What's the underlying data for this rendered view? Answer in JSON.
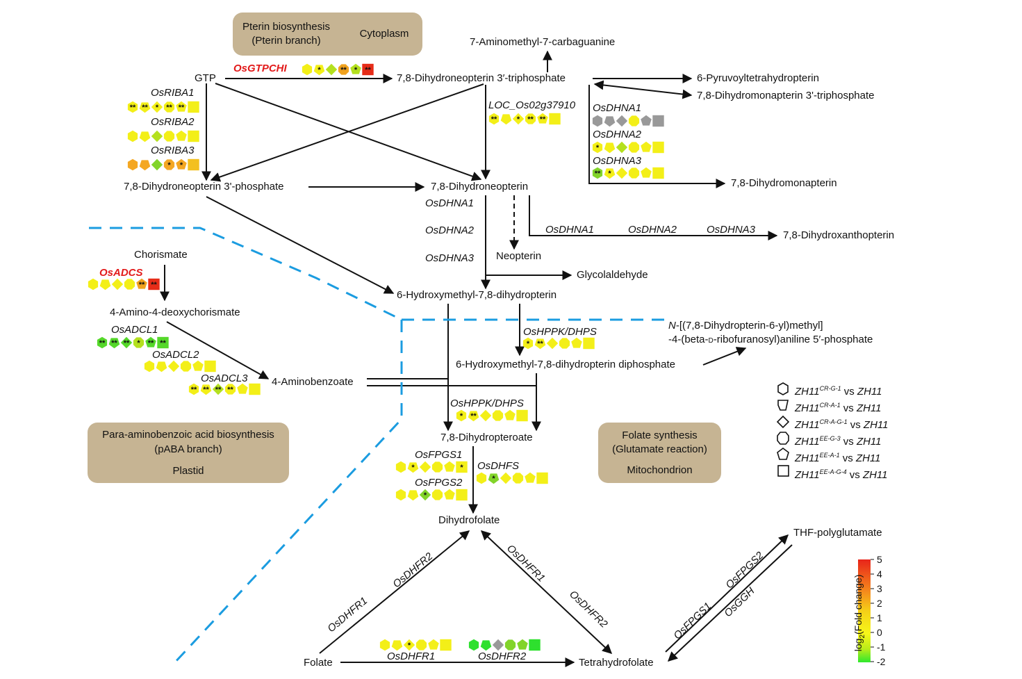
{
  "compartments": {
    "pterin": {
      "line1": "Pterin biosynthesis",
      "line2": "(Pterin branch)",
      "side": "Cytoplasm"
    },
    "paba": {
      "line1": "Para-aminobenzoic acid biosynthesis",
      "line2": "(pABA branch)",
      "line3": "Plastid"
    },
    "folate": {
      "line1": "Folate synthesis",
      "line2": "(Glutamate reaction)",
      "line3": "Mitochondrion"
    }
  },
  "metabolites": {
    "gtp": "GTP",
    "dhnp3tp": "7,8-Dihydroneopterin 3′-triphosphate",
    "aminomethyl": "7-Aminomethyl-7-carbaguanine",
    "pyruvoyl": "6-Pyruvoyltetrahydropterin",
    "dhmp3tp": "7,8-Dihydromonapterin 3'-triphosphate",
    "dhnp3p": "7,8-Dihydroneopterin 3'-phosphate",
    "dhnp": "7,8-Dihydroneopterin",
    "dhmp": "7,8-Dihydromonapterin",
    "dhxp": "7,8-Dihydroxanthopterin",
    "neopterin": "Neopterin",
    "glycolaldehyde": "Glycolaldehyde",
    "hmdhp": "6-Hydroxymethyl-7,8-dihydropterin",
    "chorismate": "Chorismate",
    "adc": "4-Amino-4-deoxychorismate",
    "paba": "4-Aminobenzoate",
    "ribo_1_pre": "N",
    "ribo_1": "-[(7,8-Dihydropterin-6-yl)methyl]",
    "ribo_2": "-4-(beta-",
    "ribo_2_small": "D",
    "ribo_2_post": "-ribofuranosyl)aniline 5′-phosphate",
    "hmdhp_pp": "6-Hydroxymethyl-7,8-dihydropterin diphosphate",
    "dhpteroate": "7,8-Dihydropteroate",
    "dhf": "Dihydrofolate",
    "folate": "Folate",
    "thf": "Tetrahydrofolate",
    "thf_poly": "THF-polyglutamate"
  },
  "genes": {
    "gtpchi": "OsGTPCHI",
    "riba1": "OsRIBA1",
    "riba2": "OsRIBA2",
    "riba3": "OsRIBA3",
    "loc": "LOC_Os02g37910",
    "dhna1": "OsDHNA1",
    "dhna2": "OsDHNA2",
    "dhna3": "OsDHNA3",
    "adcs": "OsADCS",
    "adcl1": "OsADCL1",
    "adcl2": "OsADCL2",
    "adcl3": "OsADCL3",
    "hppk": "OsHPPK/DHPS",
    "fpgs1": "OsFPGS1",
    "fpgs2": "OsFPGS2",
    "dhfs": "OsDHFS",
    "dhfr1": "OsDHFR1",
    "dhfr2": "OsDHFR2",
    "ggh": "OsGGH"
  },
  "legend": [
    {
      "shape": "hexagon",
      "line": "CR-G-1"
    },
    {
      "shape": "pentagon-down",
      "line": "CR-A-1"
    },
    {
      "shape": "diamond",
      "line": "CR-A-G-1"
    },
    {
      "shape": "octagon",
      "line": "EE-G-3"
    },
    {
      "shape": "pentagon",
      "line": "EE-A-1"
    },
    {
      "shape": "square",
      "line": "EE-A-G-4"
    }
  ],
  "legend_text": {
    "base": "ZH11",
    "vs": "vs",
    "ref": "ZH11"
  },
  "scale": {
    "title_pre": "log",
    "title_sub": "2",
    "title_post": "(Fold change)",
    "ticks": [
      "5",
      "4",
      "3",
      "2",
      "1",
      "0",
      "-1",
      "-2"
    ],
    "colors": [
      "#e8241a",
      "#f57a1a",
      "#f7a722",
      "#f5d616",
      "#f7f71a",
      "#b9ec1a",
      "#2ee82e"
    ]
  },
  "marker_rows": {
    "gtpchi": [
      {
        "c": "#f3ef18",
        "s": ""
      },
      {
        "c": "#f3ef18",
        "s": "*"
      },
      {
        "c": "#b4e01e",
        "s": ""
      },
      {
        "c": "#f1a21e",
        "s": "**"
      },
      {
        "c": "#b4e01e",
        "s": "*"
      },
      {
        "c": "#e62c18",
        "s": "**"
      }
    ],
    "riba1": [
      {
        "c": "#f3ef18",
        "s": "**"
      },
      {
        "c": "#f3ef18",
        "s": "**"
      },
      {
        "c": "#f3ef18",
        "s": "*"
      },
      {
        "c": "#f3ef18",
        "s": "**"
      },
      {
        "c": "#f3ef18",
        "s": "**"
      },
      {
        "c": "#f3ef18",
        "s": ""
      }
    ],
    "riba2": [
      {
        "c": "#f3ef18",
        "s": ""
      },
      {
        "c": "#f3ef18",
        "s": ""
      },
      {
        "c": "#b4e01e",
        "s": ""
      },
      {
        "c": "#f3ef18",
        "s": ""
      },
      {
        "c": "#f3ef18",
        "s": ""
      },
      {
        "c": "#f3ef18",
        "s": ""
      }
    ],
    "riba3": [
      {
        "c": "#f4a722",
        "s": ""
      },
      {
        "c": "#f4a722",
        "s": ""
      },
      {
        "c": "#82d42a",
        "s": ""
      },
      {
        "c": "#f4a722",
        "s": "*"
      },
      {
        "c": "#f4a722",
        "s": "*"
      },
      {
        "c": "#f3c020",
        "s": ""
      }
    ],
    "loc": [
      {
        "c": "#f3ef18",
        "s": "**"
      },
      {
        "c": "#f3ef18",
        "s": ""
      },
      {
        "c": "#f3ef18",
        "s": "*"
      },
      {
        "c": "#f3ef18",
        "s": "**"
      },
      {
        "c": "#f3ef18",
        "s": "**"
      },
      {
        "c": "#f3ef18",
        "s": ""
      }
    ],
    "dhna1_a": [
      {
        "c": "#999999",
        "s": ""
      },
      {
        "c": "#999999",
        "s": ""
      },
      {
        "c": "#999999",
        "s": ""
      },
      {
        "c": "#f3ef18",
        "s": ""
      },
      {
        "c": "#999999",
        "s": ""
      },
      {
        "c": "#999999",
        "s": ""
      }
    ],
    "dhna2_a": [
      {
        "c": "#f3ef18",
        "s": "*"
      },
      {
        "c": "#f3ef18",
        "s": ""
      },
      {
        "c": "#b4e01e",
        "s": ""
      },
      {
        "c": "#f3ef18",
        "s": ""
      },
      {
        "c": "#f3ef18",
        "s": ""
      },
      {
        "c": "#f3ef18",
        "s": ""
      }
    ],
    "dhna3_a": [
      {
        "c": "#82d42a",
        "s": "**"
      },
      {
        "c": "#f3ef18",
        "s": "*"
      },
      {
        "c": "#f3ef18",
        "s": ""
      },
      {
        "c": "#f3ef18",
        "s": ""
      },
      {
        "c": "#f3ef18",
        "s": ""
      },
      {
        "c": "#f3ef18",
        "s": ""
      }
    ],
    "adcs": [
      {
        "c": "#f3ef18",
        "s": ""
      },
      {
        "c": "#f3ef18",
        "s": ""
      },
      {
        "c": "#f3ef18",
        "s": ""
      },
      {
        "c": "#f3ef18",
        "s": ""
      },
      {
        "c": "#f1a21e",
        "s": "**"
      },
      {
        "c": "#e62c18",
        "s": "**"
      }
    ],
    "adcl1": [
      {
        "c": "#55d82a",
        "s": "**"
      },
      {
        "c": "#55d82a",
        "s": "**"
      },
      {
        "c": "#55d82a",
        "s": "**"
      },
      {
        "c": "#b4e01e",
        "s": "*"
      },
      {
        "c": "#55d82a",
        "s": "**"
      },
      {
        "c": "#55d82a",
        "s": "**"
      }
    ],
    "adcl2": [
      {
        "c": "#f3ef18",
        "s": ""
      },
      {
        "c": "#f3ef18",
        "s": ""
      },
      {
        "c": "#f3ef18",
        "s": ""
      },
      {
        "c": "#f3ef18",
        "s": ""
      },
      {
        "c": "#f3ef18",
        "s": ""
      },
      {
        "c": "#f3ef18",
        "s": ""
      }
    ],
    "adcl3": [
      {
        "c": "#f3ef18",
        "s": "**"
      },
      {
        "c": "#f3ef18",
        "s": "**"
      },
      {
        "c": "#b4e01e",
        "s": "**"
      },
      {
        "c": "#f3ef18",
        "s": "**"
      },
      {
        "c": "#f3ef18",
        "s": ""
      },
      {
        "c": "#f3ef18",
        "s": ""
      }
    ],
    "hppk_a": [
      {
        "c": "#f3ef18",
        "s": "*"
      },
      {
        "c": "#f3ef18",
        "s": "**"
      },
      {
        "c": "#f3ef18",
        "s": ""
      },
      {
        "c": "#f3ef18",
        "s": ""
      },
      {
        "c": "#f3ef18",
        "s": ""
      },
      {
        "c": "#f3ef18",
        "s": ""
      }
    ],
    "hppk_b": [
      {
        "c": "#f3ef18",
        "s": "*"
      },
      {
        "c": "#f3ef18",
        "s": "**"
      },
      {
        "c": "#f3ef18",
        "s": ""
      },
      {
        "c": "#f3ef18",
        "s": ""
      },
      {
        "c": "#f3ef18",
        "s": ""
      },
      {
        "c": "#f3ef18",
        "s": ""
      }
    ],
    "fpgs1_a": [
      {
        "c": "#f3ef18",
        "s": ""
      },
      {
        "c": "#f3ef18",
        "s": "*"
      },
      {
        "c": "#f3ef18",
        "s": ""
      },
      {
        "c": "#f3ef18",
        "s": ""
      },
      {
        "c": "#f3ef18",
        "s": ""
      },
      {
        "c": "#f3ef18",
        "s": "*"
      }
    ],
    "fpgs2_a": [
      {
        "c": "#f3ef18",
        "s": ""
      },
      {
        "c": "#f3ef18",
        "s": ""
      },
      {
        "c": "#82d42a",
        "s": "*"
      },
      {
        "c": "#f3ef18",
        "s": ""
      },
      {
        "c": "#f3ef18",
        "s": ""
      },
      {
        "c": "#f3ef18",
        "s": ""
      }
    ],
    "dhfs": [
      {
        "c": "#f3ef18",
        "s": ""
      },
      {
        "c": "#82d42a",
        "s": "*"
      },
      {
        "c": "#f3ef18",
        "s": ""
      },
      {
        "c": "#f3ef18",
        "s": ""
      },
      {
        "c": "#f3ef18",
        "s": ""
      },
      {
        "c": "#f3ef18",
        "s": ""
      }
    ],
    "dhfr1_bottom": [
      {
        "c": "#f3ef18",
        "s": ""
      },
      {
        "c": "#f3ef18",
        "s": ""
      },
      {
        "c": "#f3ef18",
        "s": "*"
      },
      {
        "c": "#f3ef18",
        "s": ""
      },
      {
        "c": "#f3ef18",
        "s": ""
      },
      {
        "c": "#f3ef18",
        "s": ""
      }
    ],
    "dhfr2_bottom": [
      {
        "c": "#2ee02e",
        "s": ""
      },
      {
        "c": "#2ee02e",
        "s": ""
      },
      {
        "c": "#999999",
        "s": ""
      },
      {
        "c": "#82d42a",
        "s": ""
      },
      {
        "c": "#82d42a",
        "s": ""
      },
      {
        "c": "#2ee02e",
        "s": ""
      }
    ]
  }
}
